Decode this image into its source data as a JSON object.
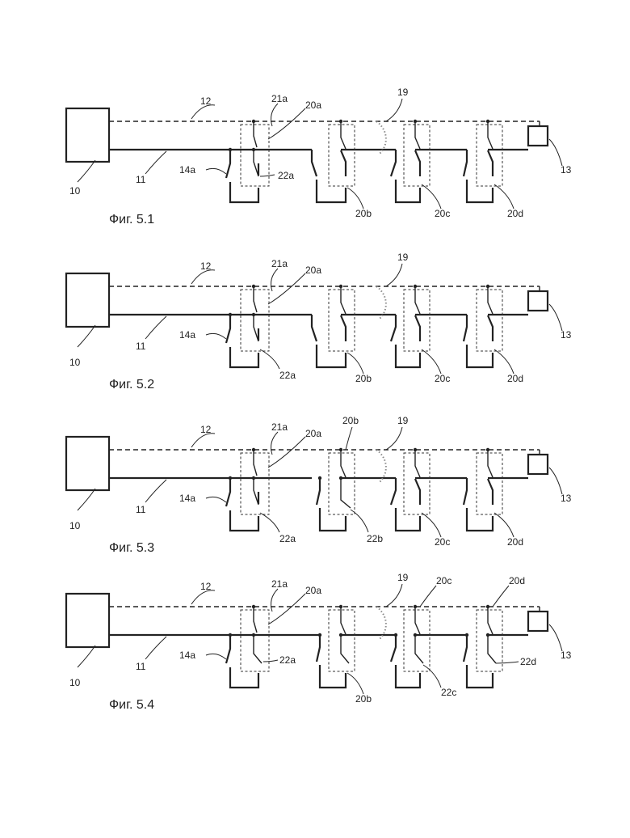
{
  "figures": [
    {
      "caption": "Фиг. 5.1",
      "labels": {
        "l10": "10",
        "l11": "11",
        "l12": "12",
        "l13": "13",
        "l14a": "14a",
        "l19": "19",
        "l21a": "21a",
        "l20a": "20a",
        "l22a": "22a",
        "l20b": "20b",
        "l20c": "20c",
        "l20d": "20d"
      }
    },
    {
      "caption": "Фиг. 5.2",
      "labels": {
        "l10": "10",
        "l11": "11",
        "l12": "12",
        "l13": "13",
        "l14a": "14a",
        "l19": "19",
        "l21a": "21a",
        "l20a": "20a",
        "l22a": "22a",
        "l20b": "20b",
        "l20c": "20c",
        "l20d": "20d"
      }
    },
    {
      "caption": "Фиг. 5.3",
      "labels": {
        "l10": "10",
        "l11": "11",
        "l12": "12",
        "l13": "13",
        "l14a": "14a",
        "l19": "19",
        "l21a": "21a",
        "l20a": "20a",
        "l20b": "20b",
        "l22a": "22a",
        "l22b": "22b",
        "l20c": "20c",
        "l20d": "20d"
      }
    },
    {
      "caption": "Фиг. 5.4",
      "labels": {
        "l10": "10",
        "l11": "11",
        "l12": "12",
        "l13": "13",
        "l14a": "14a",
        "l19": "19",
        "l21a": "21a",
        "l20a": "20a",
        "l22a": "22a",
        "l20b": "20b",
        "l20c": "20c",
        "l22c": "22c",
        "l20d": "20d",
        "l22d": "22d"
      }
    }
  ]
}
